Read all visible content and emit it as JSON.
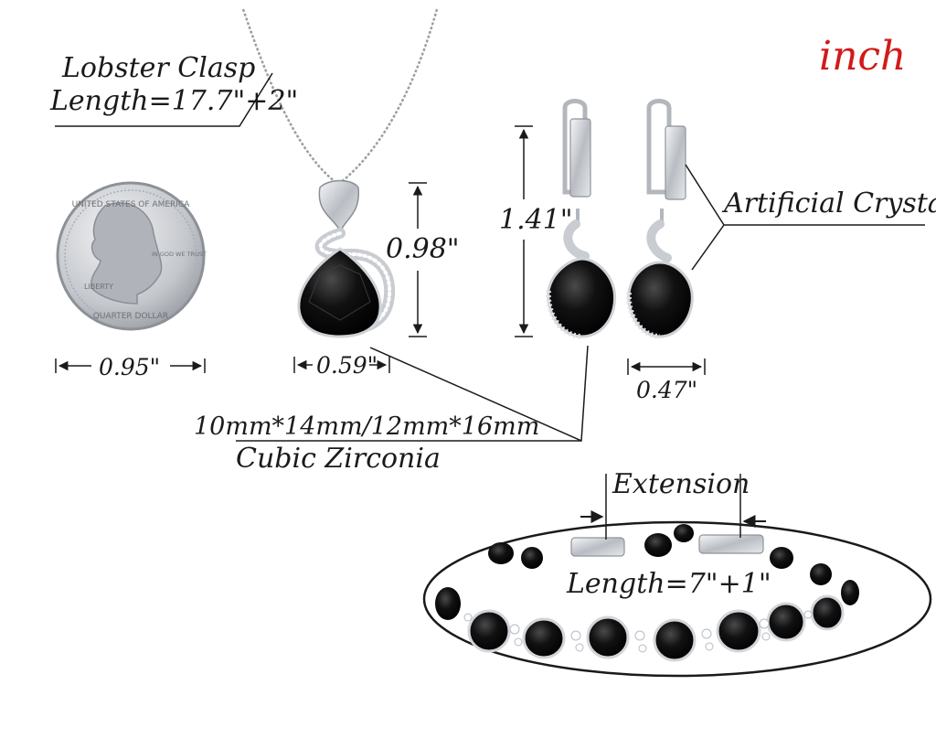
{
  "unit_label": "inch",
  "colors": {
    "unit": "#d11a1a",
    "ink": "#1a1a1a",
    "stone": "#0a0a0a",
    "silver": "#c9ccd1"
  },
  "necklace": {
    "clasp_label_line1": "Lobster Clasp",
    "clasp_label_line2": "Length=17.7\"+2\"",
    "pendant_height": "0.98\"",
    "pendant_width": "0.59\""
  },
  "coin": {
    "width": "0.95\"",
    "inscription_top": "UNITED STATES OF AMERICA",
    "inscription_bottom": "QUARTER DOLLAR",
    "motto": "IN GOD WE TRUST",
    "liberty": "LIBERTY"
  },
  "earrings": {
    "height": "1.41\"",
    "width": "0.47\"",
    "crystal_label": "Artificial Crystal"
  },
  "stone": {
    "size_label": "10mm*14mm/12mm*16mm",
    "type_label": "Cubic Zirconia"
  },
  "bracelet": {
    "extension_label": "Extension",
    "length_label": "Length=7\"+1\""
  }
}
